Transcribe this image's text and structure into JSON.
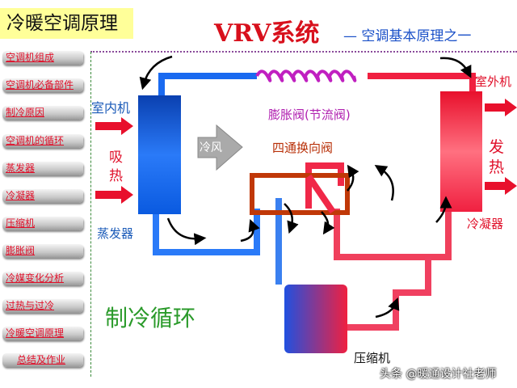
{
  "title": "冷暖空调原理",
  "header": {
    "main": "VRV系统",
    "sub": "— 空调基本原理之一"
  },
  "nav": [
    "空调机组成",
    "空调机必备部件",
    "制冷原因",
    "空调机的循环",
    "蒸发器",
    "冷凝器",
    "压缩机",
    "膨胀阀",
    "冷媒变化分析",
    "过热与过冷",
    "冷暖空调原理",
    "总结及作业"
  ],
  "diagram": {
    "indoor_unit": "室内机",
    "absorb1": "吸",
    "absorb2": "热",
    "evaporator": "蒸发器",
    "cold_air": "冷风",
    "expansion_valve": "膨胀阀(节流阀)",
    "four_way_valve": "四通换向阀",
    "outdoor_unit": "室外机",
    "release1": "发",
    "release2": "热",
    "condenser": "冷凝器",
    "compressor": "压缩机",
    "caption": "制冷循环"
  },
  "watermark": "头条 @暖通设计社老师",
  "colors": {
    "blue": "#1a5ce8",
    "red": "#f0203c",
    "purple": "#c020c0",
    "brown": "#c03808",
    "green": "#2a9a2a"
  }
}
